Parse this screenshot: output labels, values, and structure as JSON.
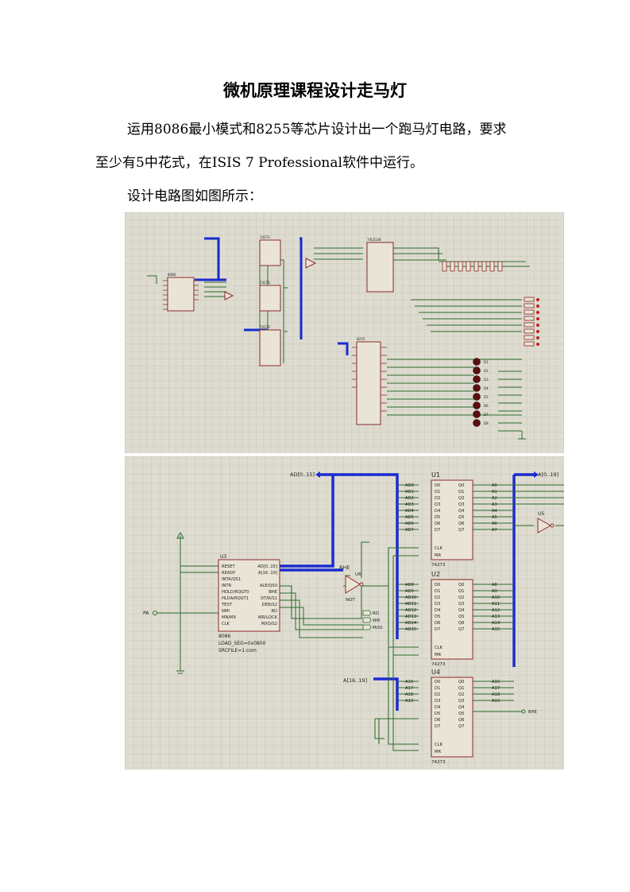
{
  "title": "微机原理课程设计走马灯",
  "paragraphs": [
    "运用8086最小模式和8255等芯片设计出一个跑马灯电路，要求",
    "至少有5中花式，在ISIS 7 Professional软件中运行。",
    "设计电路图如图所示："
  ],
  "figure2": {
    "bus_ad": "AD[0..15]",
    "bus_a": "A[0..19]",
    "bus_a16": "A[16..19]",
    "cpu_ref": "U3",
    "cpu_name": "8086",
    "cpu_prop1": "LOAD_SEG=0x0800",
    "cpu_prop2": "SRCFILE=1.com",
    "cpu_pins_left": [
      "RESET",
      "READY",
      "INTA/QS1",
      "INTR",
      "HOLD/RQGT0",
      "HLDA/RQGT1",
      "TEST",
      "NMI",
      "MN/MX",
      "CLK"
    ],
    "cpu_pins_right": [
      "AD[0..15]",
      "A[16..19]",
      "ALE/QS0",
      "BHE",
      "DT/R/S1",
      "DEN/S2",
      "RD",
      "WR/LOCK",
      "M/IO/S2"
    ],
    "inverter_ref": "U6",
    "inverter_label": "NOT",
    "inverter2_ref": "U5",
    "latch_refs": [
      "U1",
      "U2",
      "U4"
    ],
    "latch_type": "74273",
    "io_labels": [
      "RD",
      "WR",
      "M/IO"
    ],
    "bhe_label": "BHE",
    "pa_label": "PA",
    "latch1_in": [
      "AD0",
      "AD1",
      "AD2",
      "AD3",
      "AD4",
      "AD5",
      "AD6",
      "AD7"
    ],
    "latch1_out": [
      "A0",
      "A1",
      "A2",
      "A3",
      "A4",
      "A5",
      "A6",
      "A7"
    ],
    "latch2_in": [
      "AD8",
      "AD9",
      "AD10",
      "AD11",
      "AD12",
      "AD13",
      "AD14",
      "AD15"
    ],
    "latch2_out": [
      "A8",
      "A9",
      "A10",
      "A11",
      "A12",
      "A13",
      "A14",
      "A15"
    ],
    "latch3_in": [
      "A16",
      "A17",
      "A18",
      "A19"
    ],
    "latch3_out": [
      "A16",
      "A17",
      "A18",
      "A19"
    ],
    "latch_d_pins": [
      "D0",
      "D1",
      "D2",
      "D3",
      "D4",
      "D5",
      "D6",
      "D7"
    ],
    "latch_q_pins": [
      "Q0",
      "Q1",
      "Q2",
      "Q3",
      "Q4",
      "Q5",
      "Q6",
      "Q7"
    ],
    "clk_label": "CLK",
    "mr_label": "MR"
  },
  "figure1": {
    "chip_labels": [
      "8086",
      "74273",
      "74273",
      "74273",
      "8255",
      "74LS138"
    ],
    "led_labels": [
      "D1",
      "D2",
      "D3",
      "D4",
      "D5",
      "D6",
      "D7",
      "D8"
    ]
  }
}
